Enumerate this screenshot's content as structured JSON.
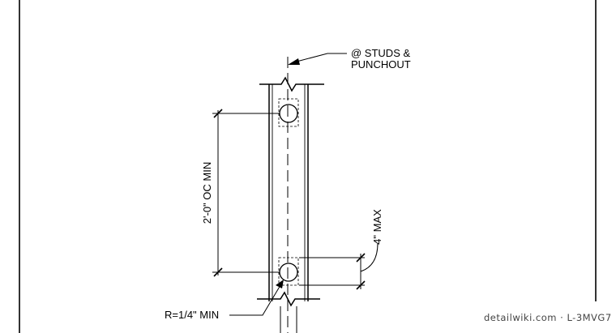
{
  "notes": {
    "studs_line1": "@ STUDS &",
    "studs_line2": "PUNCHOUT",
    "spacing": "2'-0\"  OC MIN",
    "max_offset": "4\"  MAX",
    "radius": "R=1/4\" MIN"
  },
  "watermark": "detailwiki.com · L-3MVG7"
}
